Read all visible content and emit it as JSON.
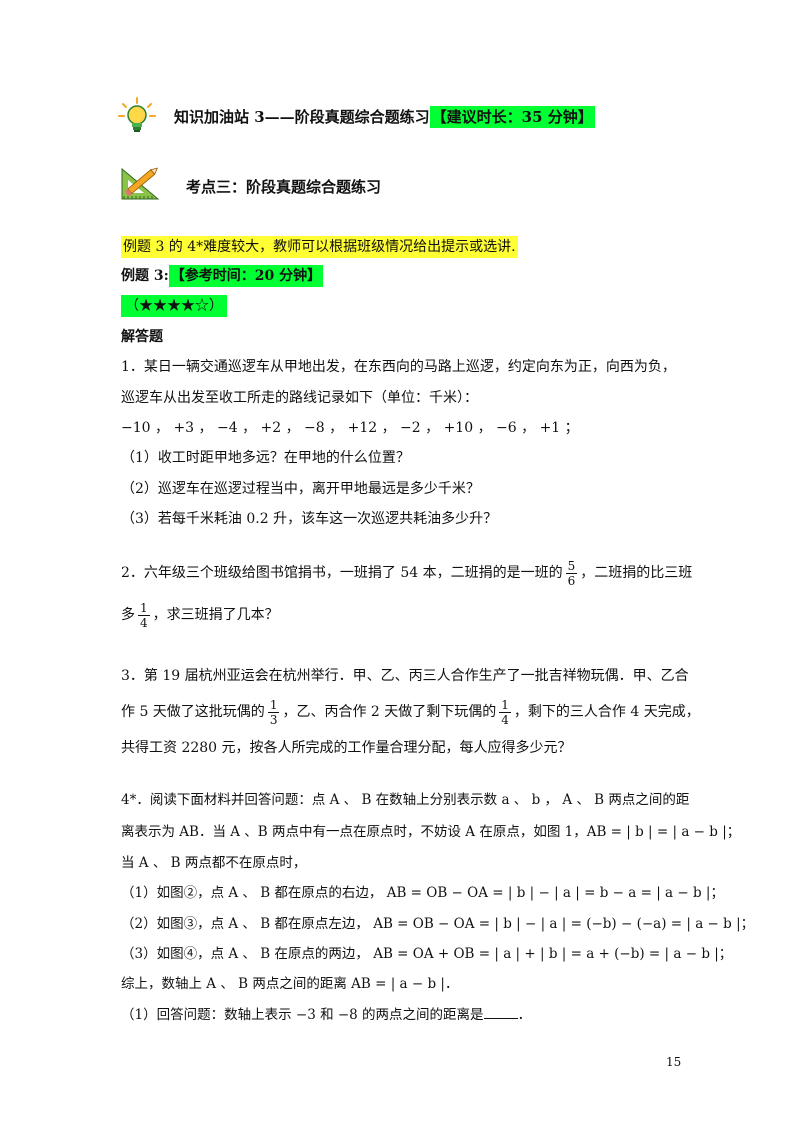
{
  "header": {
    "title_prefix": "知识加油站 3——阶段真题综合题练习",
    "title_time": "【建议时长：35 分钟】"
  },
  "section": {
    "title": "考点三：阶段真题综合题练习"
  },
  "notes": {
    "teacher_note": "例题 3 的 4*难度较大，教师可以根据班级情况给出提示或选讲.",
    "example_label": "例题 3:",
    "example_time": "【参考时间：20 分钟】",
    "stars": "（★★★★☆）",
    "section_type": "解答题"
  },
  "q1": {
    "line1": "1．某日一辆交通巡逻车从甲地出发，在东西向的马路上巡逻，约定向东为正，向西为负，",
    "line2": "巡逻车从出发至收工所走的路线记录如下（单位：千米）：",
    "data": "−10 ， +3 ， −4 ， +2 ， −8 ， +12 ， −2 ， +10 ， −6 ， +1 ；",
    "sub1": "（1）收工时距甲地多远？在甲地的什么位置？",
    "sub2": "（2）巡逻车在巡逻过程当中，离开甲地最远是多少千米？",
    "sub3": "（3）若每千米耗油 0.2 升，该车这一次巡逻共耗油多少升？"
  },
  "q2": {
    "line1_a": "2．六年级三个班级给图书馆捐书，一班捐了 54 本，二班捐的是一班的",
    "frac1_num": "5",
    "frac1_den": "6",
    "line1_b": "，二班捐的比三班",
    "line2_a": "多",
    "frac2_num": "1",
    "frac2_den": "4",
    "line2_b": "，求三班捐了几本？"
  },
  "q3": {
    "line1": "3．第 19 届杭州亚运会在杭州举行．甲、乙、丙三人合作生产了一批吉祥物玩偶．甲、乙合",
    "line2_a": "作 5 天做了这批玩偶的",
    "frac1_num": "1",
    "frac1_den": "3",
    "line2_b": "，乙、丙合作 2 天做了剩下玩偶的",
    "frac2_num": "1",
    "frac2_den": "4",
    "line2_c": "，剩下的三人合作 4 天完成，",
    "line3": "共得工资 2280 元，按各人所完成的工作量合理分配，每人应得多少元？"
  },
  "q4": {
    "line1": "4*．阅读下面材料并回答问题：点 A 、 B 在数轴上分别表示数 a 、 b ， A 、 B 两点之间的距",
    "line2": "离表示为 AB．当 A 、B 两点中有一点在原点时，不妨设 A 在原点，如图 1，AB = | b | = | a − b |；",
    "line3": "当 A 、 B 两点都不在原点时，",
    "case1": "（1）如图②，点 A 、 B 都在原点的右边， AB = OB − OA = | b | − | a | = b − a = | a − b |；",
    "case2": "（2）如图③，点 A 、 B 都在原点左边， AB = OB − OA = | b | − | a | = (−b) − (−a) = | a − b |；",
    "case3": "（3）如图④，点 A 、 B 在原点的两边， AB = OA + OB = | a | + | b | = a + (−b) = | a − b |；",
    "summary": "综上，数轴上 A 、 B 两点之间的距离 AB = | a − b |．",
    "question_a": "（1）回答问题：数轴上表示 −3 和 −8 的两点之间的距离是",
    "question_b": "．"
  },
  "footer": {
    "page_number": "15"
  }
}
